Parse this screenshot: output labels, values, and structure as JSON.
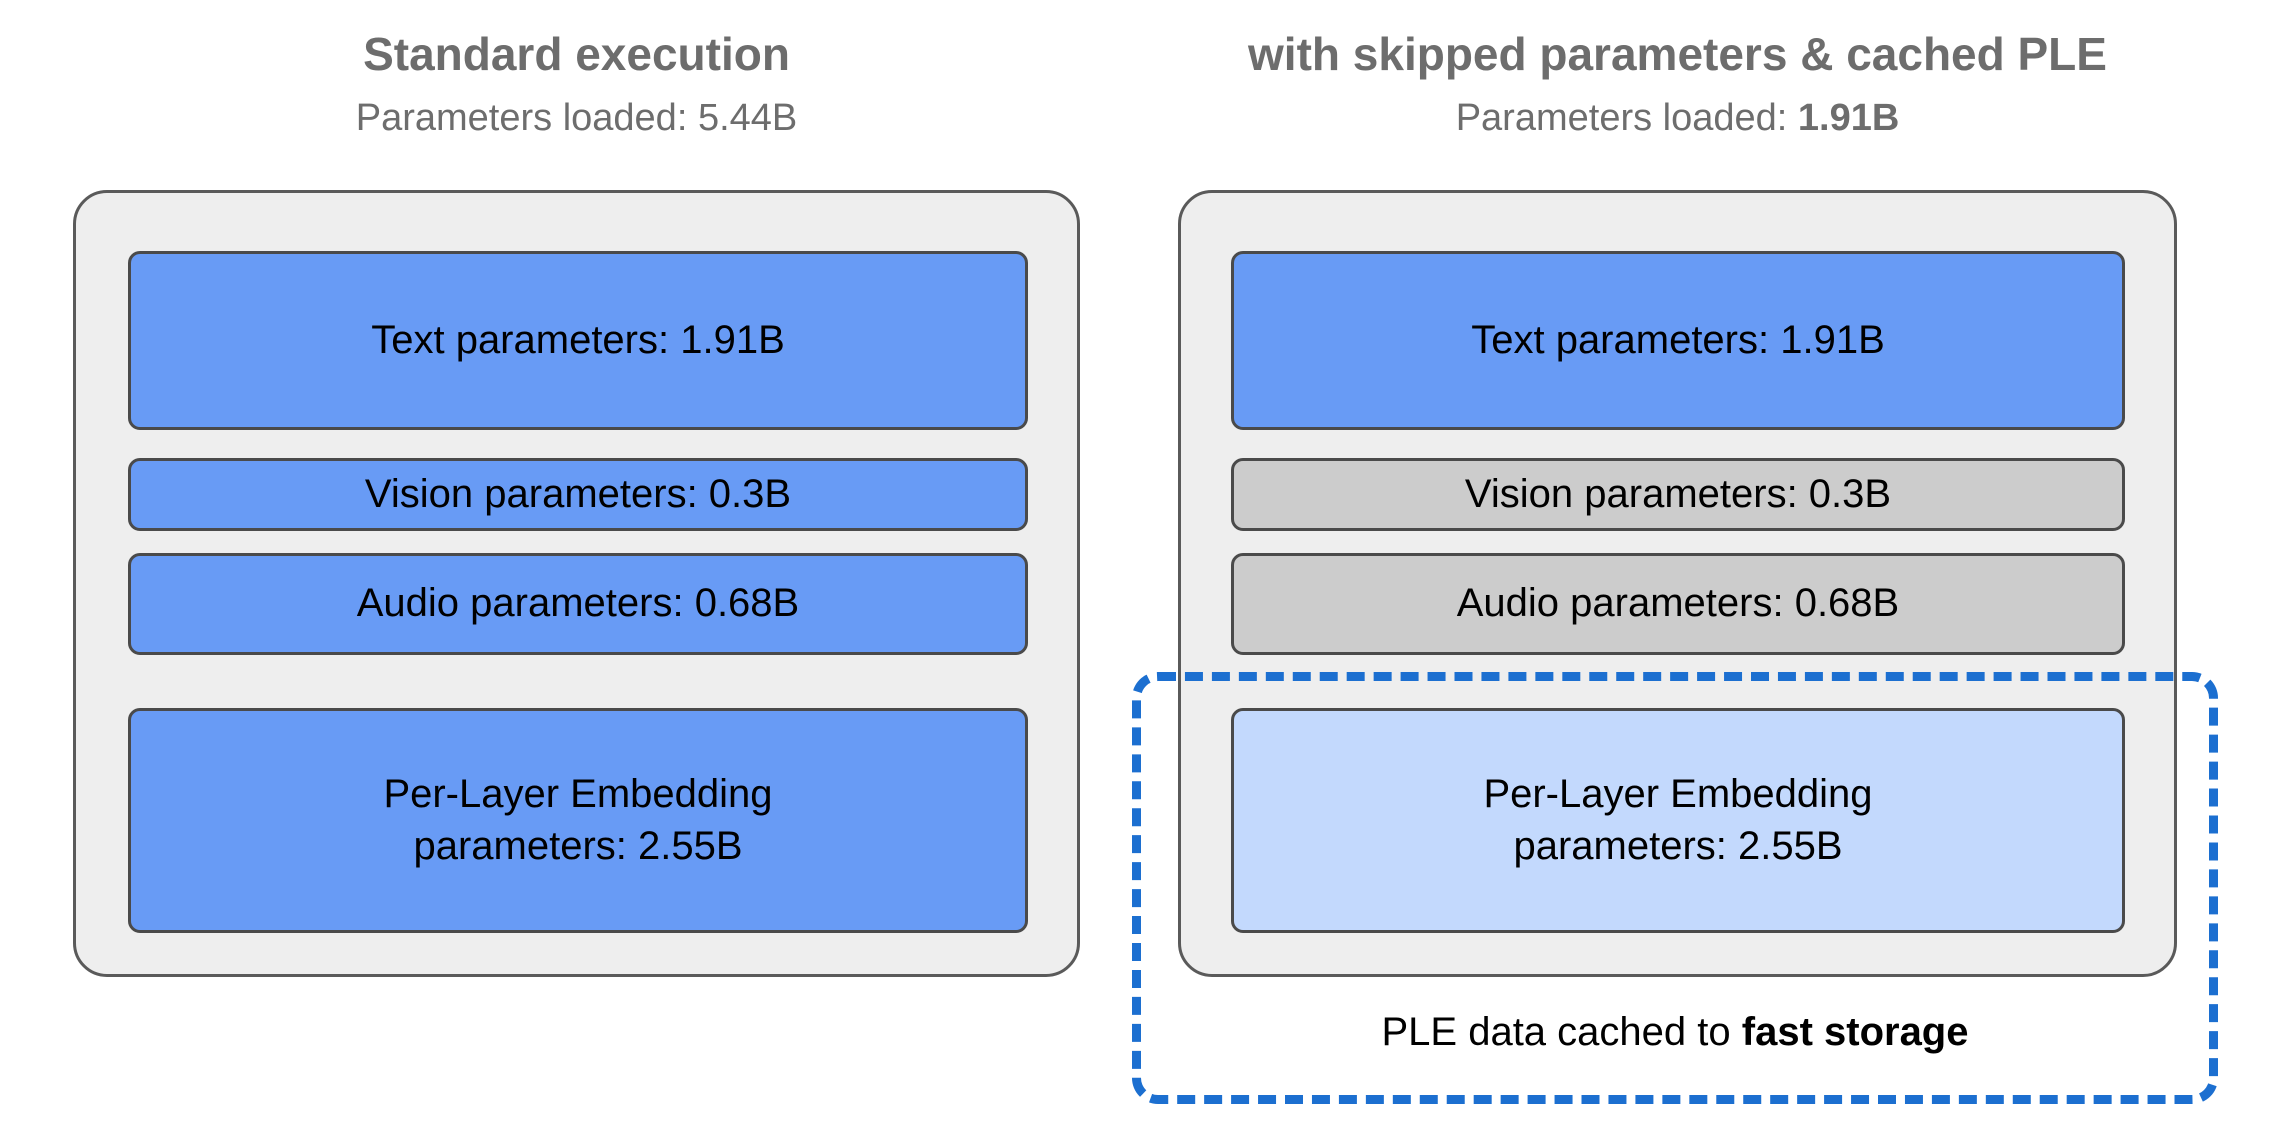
{
  "columns": [
    {
      "id": "standard",
      "title": "Standard execution",
      "subtitle_prefix": "Parameters loaded: ",
      "subtitle_value": "5.44B",
      "subtitle_value_bold": false,
      "boxes": [
        {
          "label": "Text parameters: 1.91B",
          "state": "loaded",
          "color": "#689bf5"
        },
        {
          "label": "Vision parameters: 0.3B",
          "state": "loaded",
          "color": "#689bf5"
        },
        {
          "label": "Audio parameters: 0.68B",
          "state": "loaded",
          "color": "#689bf5"
        },
        {
          "line1": "Per-Layer Embedding",
          "line2": "parameters: 2.55B",
          "state": "loaded",
          "color": "#689bf5"
        }
      ]
    },
    {
      "id": "optimized",
      "title": "with skipped parameters & cached PLE",
      "subtitle_prefix": "Parameters loaded: ",
      "subtitle_value": "1.91B",
      "subtitle_value_bold": true,
      "boxes": [
        {
          "label": "Text parameters: 1.91B",
          "state": "loaded",
          "color": "#689bf5"
        },
        {
          "label": "Vision parameters: 0.3B",
          "state": "skipped",
          "color": "#cccccc"
        },
        {
          "label": "Audio parameters: 0.68B",
          "state": "skipped",
          "color": "#cccccc"
        },
        {
          "line1": "Per-Layer Embedding",
          "line2": "parameters: 2.55B",
          "state": "cached",
          "color": "#c3d9fd"
        }
      ]
    }
  ],
  "cache_region": {
    "caption_prefix": "PLE data cached to ",
    "caption_strong": "fast storage",
    "border_color": "#1c6fd0"
  },
  "palette": {
    "panel_background": "#eeeeee",
    "panel_border": "#5a5a5a",
    "box_border": "#4a4a4a",
    "title_text": "#6d6d6d",
    "body_text": "#000000",
    "loaded_blue": "#689bf5",
    "skipped_grey": "#cccccc",
    "cached_light_blue": "#c3d9fd",
    "dashed_blue": "#1c6fd0",
    "page_background": "#ffffff"
  }
}
